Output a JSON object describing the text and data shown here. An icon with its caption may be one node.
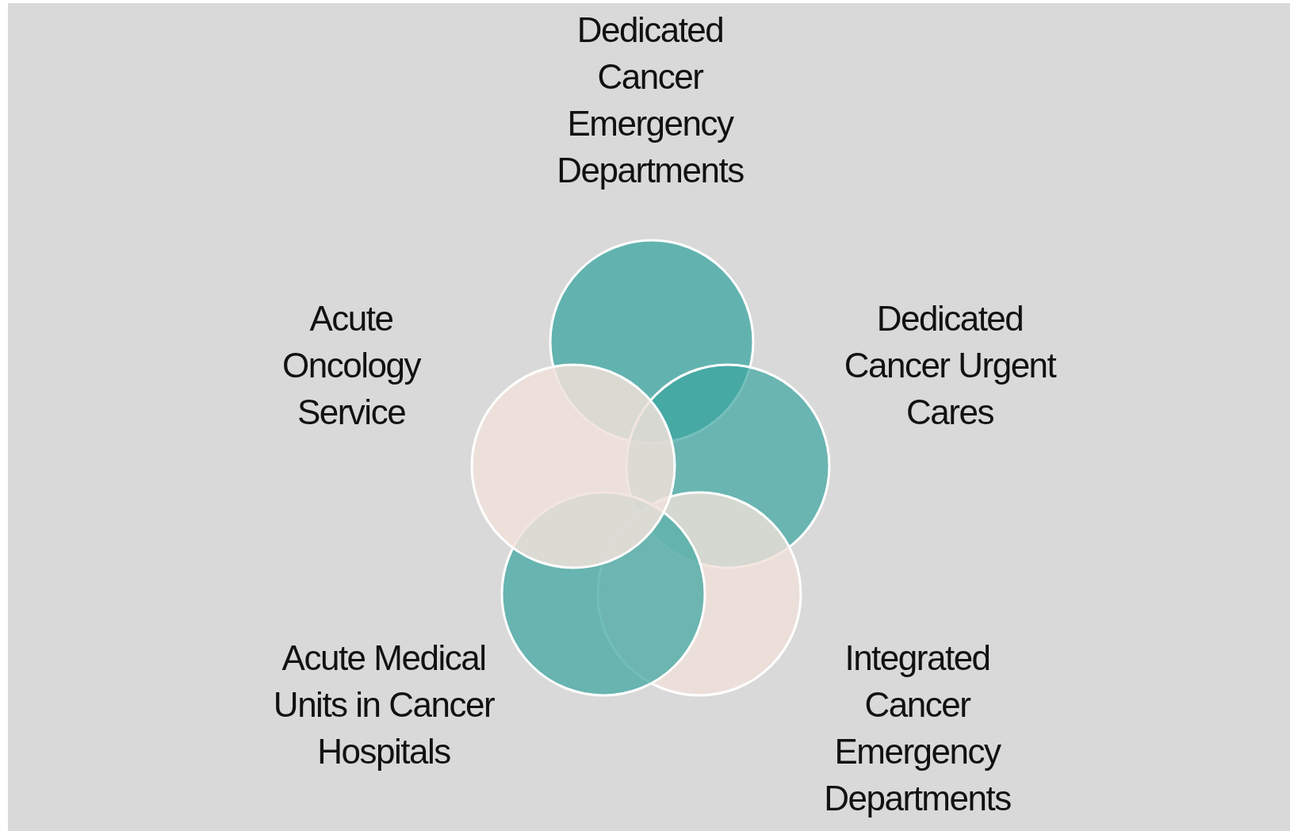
{
  "diagram": {
    "nodes": [
      {
        "text": [
          "Dedicated Cancer Emergency Departments"
        ]
      },
      {
        "text": [
          "Acute Oncology Service"
        ]
      },
      {
        "text": [
          "Dedicated Cancer Urgent Cares"
        ]
      },
      {
        "text": [
          "Acute Medical Units in Cancer Hospitals"
        ]
      },
      {
        "text": [
          "Integrated Cancer Emergency Departments"
        ]
      }
    ],
    "edges": []
  }
}
